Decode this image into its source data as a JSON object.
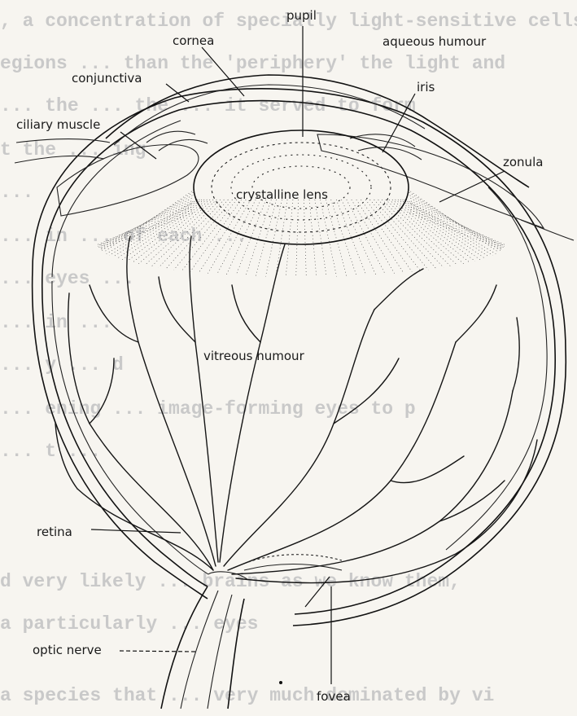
{
  "background_text": [
    ", a concentration of specially light-sensitive cells",
    "egions ... than the 'periphery' the light and",
    "... the ... the ... it served to form",
    "t the ... ing",
    "... ",
    "... in ... of each ... ",
    "... eyes ... ",
    "... in ... ",
    "... y ... d",
    "... ening ... image-forming eyes to p",
    "... t ... ",
    "d very likely ... brains as we know them,",
    "a particularly ... eyes",
    "a species that ... very much dominated by vi"
  ],
  "diagram": {
    "labels": {
      "pupil": "pupil",
      "cornea": "cornea",
      "aqueous_humour": "aqueous humour",
      "conjunctiva": "conjunctiva",
      "iris": "iris",
      "ciliary_muscle": "ciliary muscle",
      "zonula": "zonula",
      "crystalline_lens": "crystalline lens",
      "vitreous_humour": "vitreous humour",
      "retina": "retina",
      "optic_nerve": "optic nerve",
      "fovea": "fovea"
    }
  }
}
